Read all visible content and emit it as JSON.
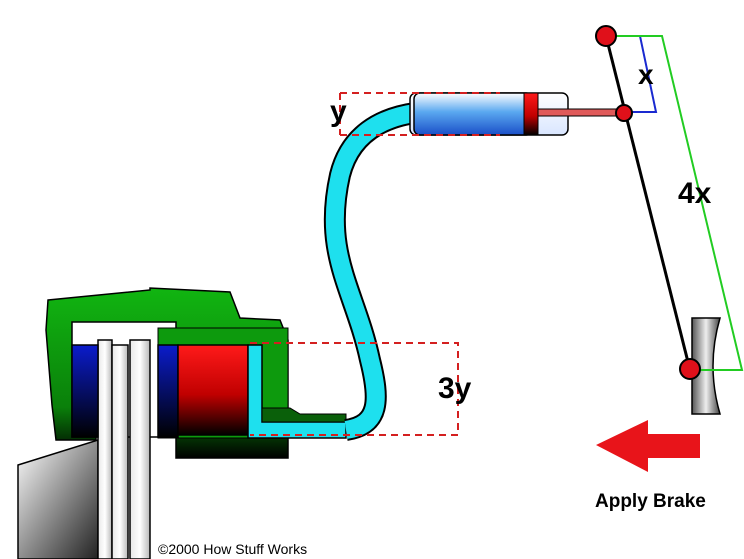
{
  "labels": {
    "x": "x",
    "four_x": "4x",
    "y": "y",
    "three_y": "3y",
    "action": "Apply Brake",
    "copyright": "©2000 How Stuff Works"
  },
  "colors": {
    "caliper": "#0a8a0a",
    "fluid_line": "#1ee0ee",
    "piston": "#e11010",
    "pad_blue": "#0a14b0",
    "arrow": "#e8141a",
    "pivot": "#e0101a",
    "dim_red": "#d42020",
    "dim_blue": "#1a2ad0",
    "dim_green": "#22cc22"
  }
}
